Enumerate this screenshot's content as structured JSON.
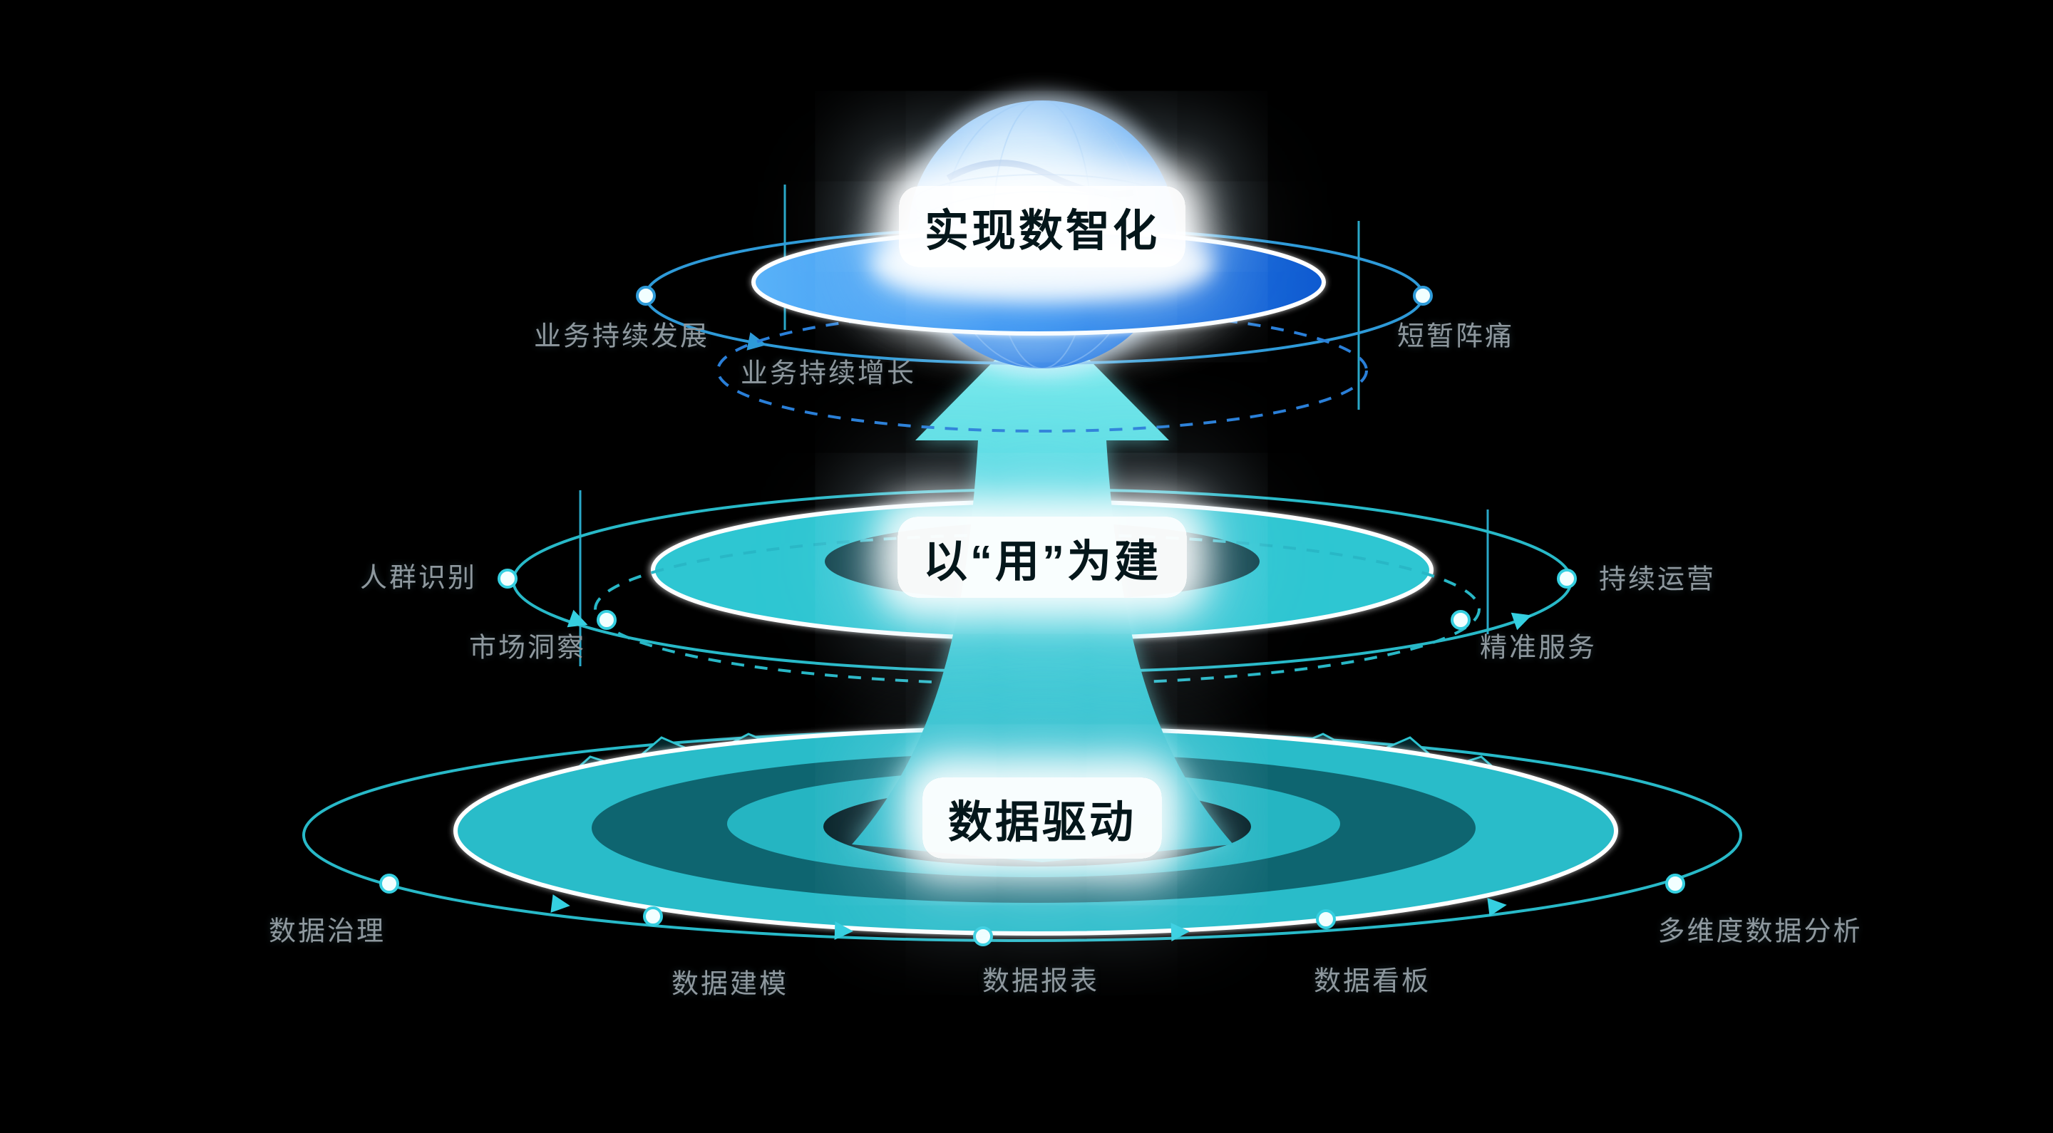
{
  "colors": {
    "background": "#000000",
    "teal": "#28b9c8",
    "teal_bright": "#49dbe2",
    "teal_dark": "#0e6570",
    "blue_ring": "#2e9ad8",
    "blue_disc": "#2b8af0",
    "blue_deep": "#0f5ad0",
    "label_text": "#8e989e",
    "title_text": "#04161a",
    "glow_white": "#ffffff"
  },
  "levels": {
    "top": {
      "title": "实现数智化",
      "labels": {
        "left": "业务持续发展",
        "left_lower": "业务持续增长",
        "right": "短暂阵痛"
      }
    },
    "middle": {
      "title": "以“用”为建",
      "labels": {
        "left": "人群识别",
        "left_lower": "市场洞察",
        "right": "持续运营",
        "right_lower": "精准服务"
      }
    },
    "bottom": {
      "title": "数据驱动",
      "labels": {
        "left": "数据治理",
        "center_left": "数据建模",
        "center": "数据报表",
        "center_right": "数据看板",
        "right": "多维度数据分析"
      }
    }
  }
}
